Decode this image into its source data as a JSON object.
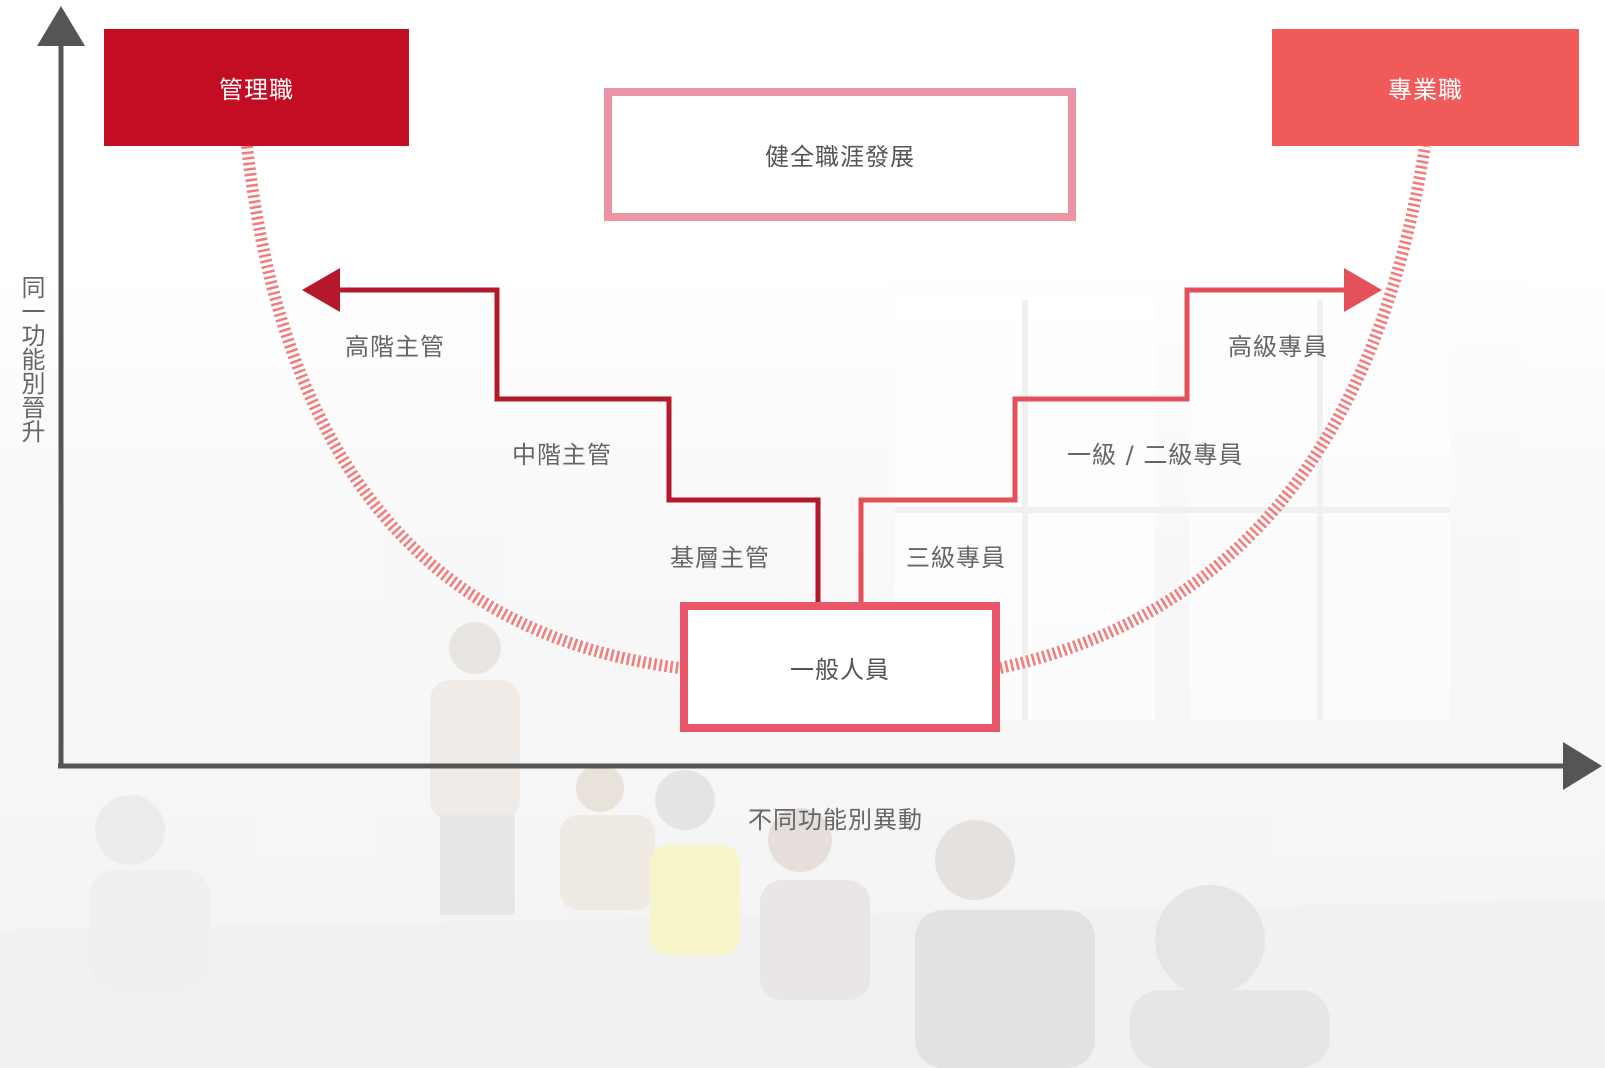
{
  "diagram": {
    "boxes": {
      "management_track": "管理職",
      "professional_track": "專業職",
      "career_development": "健全職涯發展",
      "general_staff": "一般人員"
    },
    "management_ladder": [
      "基層主管",
      "中階主管",
      "高階主管"
    ],
    "professional_ladder": [
      "三級專員",
      "一級 / 二級專員",
      "高級專員"
    ],
    "axes": {
      "x_label": "不同功能別異動",
      "y_label": "同一功能別晉升"
    },
    "colors": {
      "management": "#c30d23",
      "management_path": "#b5172b",
      "professional": "#f05a5b",
      "professional_path": "#e45059",
      "career_border": "#ea94a5",
      "general_border": "#e8566a",
      "curve_hatch": "#f07c7c",
      "axis": "#555555"
    }
  }
}
